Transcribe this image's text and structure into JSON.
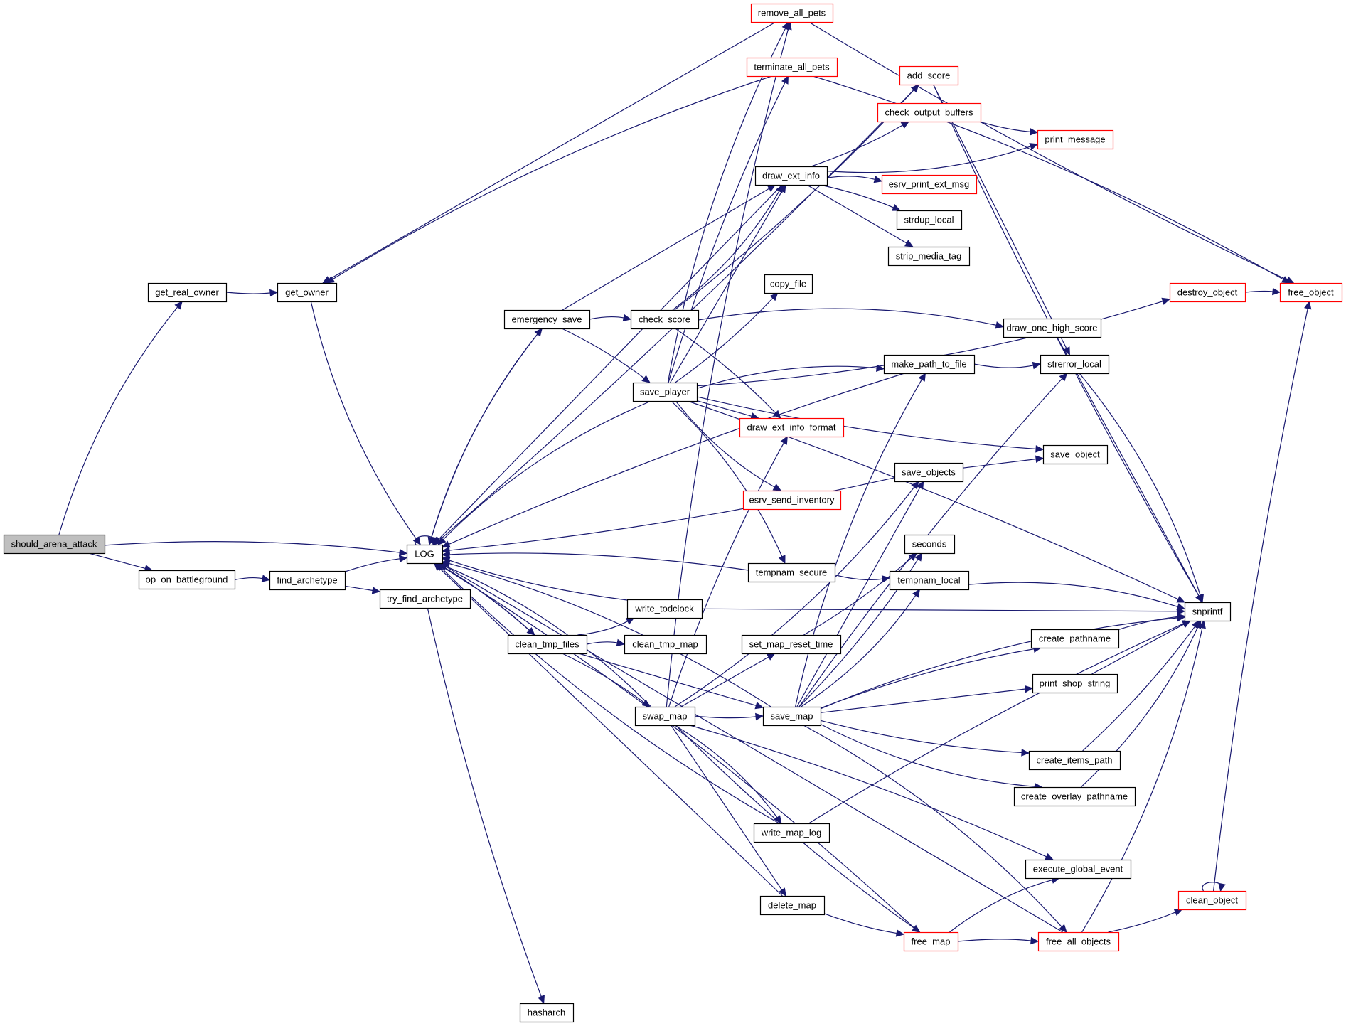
{
  "graph": {
    "title": "should_arena_attack call graph",
    "colors": {
      "edge": "#191970",
      "node_border_default": "#000000",
      "node_border_truncated": "#ff0000",
      "root_fill": "#bfbfbf",
      "node_fill": "#ffffff"
    },
    "nodes": [
      {
        "id": "should_arena_attack",
        "label": "should_arena_attack",
        "style": "root"
      },
      {
        "id": "get_real_owner",
        "label": "get_real_owner",
        "style": "normal"
      },
      {
        "id": "get_owner",
        "label": "get_owner",
        "style": "normal"
      },
      {
        "id": "op_on_battleground",
        "label": "op_on_battleground",
        "style": "normal"
      },
      {
        "id": "find_archetype",
        "label": "find_archetype",
        "style": "normal"
      },
      {
        "id": "try_find_archetype",
        "label": "try_find_archetype",
        "style": "normal"
      },
      {
        "id": "LOG",
        "label": "LOG",
        "style": "normal"
      },
      {
        "id": "hasharch",
        "label": "hasharch",
        "style": "normal"
      },
      {
        "id": "emergency_save",
        "label": "emergency_save",
        "style": "normal"
      },
      {
        "id": "check_score",
        "label": "check_score",
        "style": "normal"
      },
      {
        "id": "save_player",
        "label": "save_player",
        "style": "normal"
      },
      {
        "id": "remove_all_pets",
        "label": "remove_all_pets",
        "style": "truncated"
      },
      {
        "id": "terminate_all_pets",
        "label": "terminate_all_pets",
        "style": "truncated"
      },
      {
        "id": "add_score",
        "label": "add_score",
        "style": "truncated"
      },
      {
        "id": "check_output_buffers",
        "label": "check_output_buffers",
        "style": "truncated"
      },
      {
        "id": "print_message",
        "label": "print_message",
        "style": "truncated"
      },
      {
        "id": "draw_ext_info",
        "label": "draw_ext_info",
        "style": "normal"
      },
      {
        "id": "esrv_print_ext_msg",
        "label": "esrv_print_ext_msg",
        "style": "truncated"
      },
      {
        "id": "strdup_local",
        "label": "strdup_local",
        "style": "normal"
      },
      {
        "id": "strip_media_tag",
        "label": "strip_media_tag",
        "style": "normal"
      },
      {
        "id": "copy_file",
        "label": "copy_file",
        "style": "normal"
      },
      {
        "id": "draw_one_high_score",
        "label": "draw_one_high_score",
        "style": "normal"
      },
      {
        "id": "destroy_object",
        "label": "destroy_object",
        "style": "truncated"
      },
      {
        "id": "free_object",
        "label": "free_object",
        "style": "truncated"
      },
      {
        "id": "make_path_to_file",
        "label": "make_path_to_file",
        "style": "normal"
      },
      {
        "id": "strerror_local",
        "label": "strerror_local",
        "style": "normal"
      },
      {
        "id": "draw_ext_info_format",
        "label": "draw_ext_info_format",
        "style": "truncated"
      },
      {
        "id": "save_object",
        "label": "save_object",
        "style": "normal"
      },
      {
        "id": "save_objects",
        "label": "save_objects",
        "style": "normal"
      },
      {
        "id": "esrv_send_inventory",
        "label": "esrv_send_inventory",
        "style": "truncated"
      },
      {
        "id": "seconds",
        "label": "seconds",
        "style": "normal"
      },
      {
        "id": "tempnam_secure",
        "label": "tempnam_secure",
        "style": "normal"
      },
      {
        "id": "tempnam_local",
        "label": "tempnam_local",
        "style": "normal"
      },
      {
        "id": "snprintf",
        "label": "snprintf",
        "style": "normal"
      },
      {
        "id": "write_todclock",
        "label": "write_todclock",
        "style": "normal"
      },
      {
        "id": "clean_tmp_files",
        "label": "clean_tmp_files",
        "style": "normal"
      },
      {
        "id": "clean_tmp_map",
        "label": "clean_tmp_map",
        "style": "normal"
      },
      {
        "id": "set_map_reset_time",
        "label": "set_map_reset_time",
        "style": "normal"
      },
      {
        "id": "create_pathname",
        "label": "create_pathname",
        "style": "normal"
      },
      {
        "id": "print_shop_string",
        "label": "print_shop_string",
        "style": "normal"
      },
      {
        "id": "swap_map",
        "label": "swap_map",
        "style": "normal"
      },
      {
        "id": "save_map",
        "label": "save_map",
        "style": "normal"
      },
      {
        "id": "create_items_path",
        "label": "create_items_path",
        "style": "normal"
      },
      {
        "id": "create_overlay_pathname",
        "label": "create_overlay_pathname",
        "style": "normal"
      },
      {
        "id": "write_map_log",
        "label": "write_map_log",
        "style": "normal"
      },
      {
        "id": "execute_global_event",
        "label": "execute_global_event",
        "style": "normal"
      },
      {
        "id": "delete_map",
        "label": "delete_map",
        "style": "normal"
      },
      {
        "id": "free_map",
        "label": "free_map",
        "style": "truncated"
      },
      {
        "id": "free_all_objects",
        "label": "free_all_objects",
        "style": "truncated"
      },
      {
        "id": "clean_object",
        "label": "clean_object",
        "style": "truncated"
      }
    ],
    "edges": [
      [
        "should_arena_attack",
        "get_real_owner"
      ],
      [
        "should_arena_attack",
        "LOG"
      ],
      [
        "should_arena_attack",
        "op_on_battleground"
      ],
      [
        "get_real_owner",
        "get_owner"
      ],
      [
        "get_owner",
        "LOG"
      ],
      [
        "op_on_battleground",
        "find_archetype"
      ],
      [
        "find_archetype",
        "LOG"
      ],
      [
        "find_archetype",
        "try_find_archetype"
      ],
      [
        "try_find_archetype",
        "hasharch"
      ],
      [
        "LOG",
        "LOG"
      ],
      [
        "LOG",
        "emergency_save"
      ],
      [
        "LOG",
        "clean_tmp_files"
      ],
      [
        "remove_all_pets",
        "get_owner"
      ],
      [
        "remove_all_pets",
        "free_object"
      ],
      [
        "terminate_all_pets",
        "get_owner"
      ],
      [
        "terminate_all_pets",
        "free_object"
      ],
      [
        "add_score",
        "LOG"
      ],
      [
        "add_score",
        "strerror_local"
      ],
      [
        "add_score",
        "snprintf"
      ],
      [
        "emergency_save",
        "LOG"
      ],
      [
        "emergency_save",
        "check_score"
      ],
      [
        "emergency_save",
        "save_player"
      ],
      [
        "emergency_save",
        "draw_ext_info"
      ],
      [
        "check_score",
        "add_score"
      ],
      [
        "check_score",
        "draw_ext_info"
      ],
      [
        "check_score",
        "draw_one_high_score"
      ],
      [
        "check_score",
        "draw_ext_info_format"
      ],
      [
        "draw_ext_info",
        "LOG"
      ],
      [
        "draw_ext_info",
        "check_output_buffers"
      ],
      [
        "draw_ext_info",
        "print_message"
      ],
      [
        "draw_ext_info",
        "esrv_print_ext_msg"
      ],
      [
        "draw_ext_info",
        "strdup_local"
      ],
      [
        "draw_ext_info",
        "strip_media_tag"
      ],
      [
        "check_output_buffers",
        "print_message"
      ],
      [
        "save_player",
        "LOG"
      ],
      [
        "save_player",
        "remove_all_pets"
      ],
      [
        "save_player",
        "terminate_all_pets"
      ],
      [
        "save_player",
        "draw_ext_info"
      ],
      [
        "save_player",
        "copy_file"
      ],
      [
        "save_player",
        "destroy_object"
      ],
      [
        "save_player",
        "make_path_to_file"
      ],
      [
        "save_player",
        "snprintf"
      ],
      [
        "save_player",
        "draw_ext_info_format"
      ],
      [
        "save_player",
        "save_object"
      ],
      [
        "save_player",
        "esrv_send_inventory"
      ],
      [
        "save_player",
        "tempnam_secure"
      ],
      [
        "destroy_object",
        "free_object"
      ],
      [
        "draw_one_high_score",
        "snprintf"
      ],
      [
        "make_path_to_file",
        "LOG"
      ],
      [
        "make_path_to_file",
        "strerror_local"
      ],
      [
        "strerror_local",
        "snprintf"
      ],
      [
        "save_objects",
        "LOG"
      ],
      [
        "save_objects",
        "save_object"
      ],
      [
        "tempnam_secure",
        "LOG"
      ],
      [
        "tempnam_secure",
        "tempnam_local"
      ],
      [
        "tempnam_local",
        "snprintf"
      ],
      [
        "write_todclock",
        "LOG"
      ],
      [
        "write_todclock",
        "snprintf"
      ],
      [
        "clean_tmp_files",
        "LOG"
      ],
      [
        "clean_tmp_files",
        "write_todclock"
      ],
      [
        "clean_tmp_files",
        "clean_tmp_map"
      ],
      [
        "clean_tmp_files",
        "swap_map"
      ],
      [
        "clean_tmp_files",
        "save_map"
      ],
      [
        "set_map_reset_time",
        "seconds"
      ],
      [
        "swap_map",
        "LOG"
      ],
      [
        "swap_map",
        "remove_all_pets"
      ],
      [
        "swap_map",
        "draw_ext_info_format"
      ],
      [
        "swap_map",
        "set_map_reset_time"
      ],
      [
        "swap_map",
        "save_map"
      ],
      [
        "swap_map",
        "save_objects"
      ],
      [
        "swap_map",
        "write_map_log"
      ],
      [
        "swap_map",
        "execute_global_event"
      ],
      [
        "swap_map",
        "delete_map"
      ],
      [
        "swap_map",
        "free_map"
      ],
      [
        "save_map",
        "LOG"
      ],
      [
        "save_map",
        "make_path_to_file"
      ],
      [
        "save_map",
        "strerror_local"
      ],
      [
        "save_map",
        "save_objects"
      ],
      [
        "save_map",
        "seconds"
      ],
      [
        "save_map",
        "tempnam_local"
      ],
      [
        "save_map",
        "snprintf"
      ],
      [
        "save_map",
        "create_pathname"
      ],
      [
        "save_map",
        "print_shop_string"
      ],
      [
        "save_map",
        "create_items_path"
      ],
      [
        "save_map",
        "create_overlay_pathname"
      ],
      [
        "save_map",
        "free_all_objects"
      ],
      [
        "create_pathname",
        "snprintf"
      ],
      [
        "print_shop_string",
        "snprintf"
      ],
      [
        "create_items_path",
        "snprintf"
      ],
      [
        "create_overlay_pathname",
        "snprintf"
      ],
      [
        "write_map_log",
        "LOG"
      ],
      [
        "write_map_log",
        "snprintf"
      ],
      [
        "delete_map",
        "LOG"
      ],
      [
        "delete_map",
        "free_map"
      ],
      [
        "free_map",
        "LOG"
      ],
      [
        "free_map",
        "execute_global_event"
      ],
      [
        "free_map",
        "free_all_objects"
      ],
      [
        "free_all_objects",
        "LOG"
      ],
      [
        "free_all_objects",
        "clean_object"
      ],
      [
        "free_all_objects",
        "snprintf"
      ],
      [
        "clean_object",
        "clean_object"
      ],
      [
        "clean_object",
        "free_object"
      ]
    ]
  }
}
